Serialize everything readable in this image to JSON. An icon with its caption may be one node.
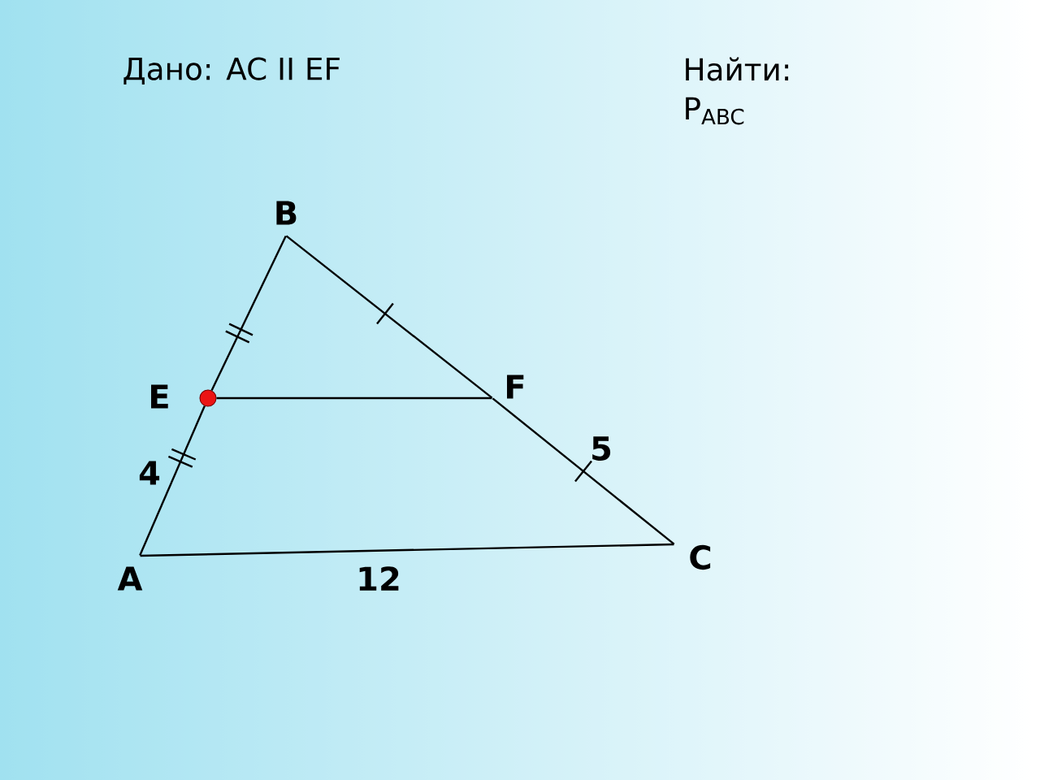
{
  "diagram": {
    "nodes": [
      {
        "text": [
          "B"
        ]
      },
      {
        "text": [
          "E"
        ]
      },
      {
        "text": [
          "F"
        ]
      },
      {
        "text": [
          "A"
        ]
      },
      {
        "text": [
          "C"
        ]
      }
    ],
    "edges": [
      {
        "from": 0,
        "to": 1,
        "arrow": "none"
      },
      {
        "from": 1,
        "to": 3,
        "arrow": "none",
        "label": "4"
      },
      {
        "from": 0,
        "to": 2,
        "arrow": "none"
      },
      {
        "from": 2,
        "to": 4,
        "arrow": "none",
        "label": "5"
      },
      {
        "from": 3,
        "to": 4,
        "arrow": "none",
        "label": "12"
      },
      {
        "from": 1,
        "to": 2,
        "arrow": "none"
      }
    ],
    "labels": [
      "Дано: AC II EF",
      "Найти: P$_{ABC}$"
    ]
  }
}
